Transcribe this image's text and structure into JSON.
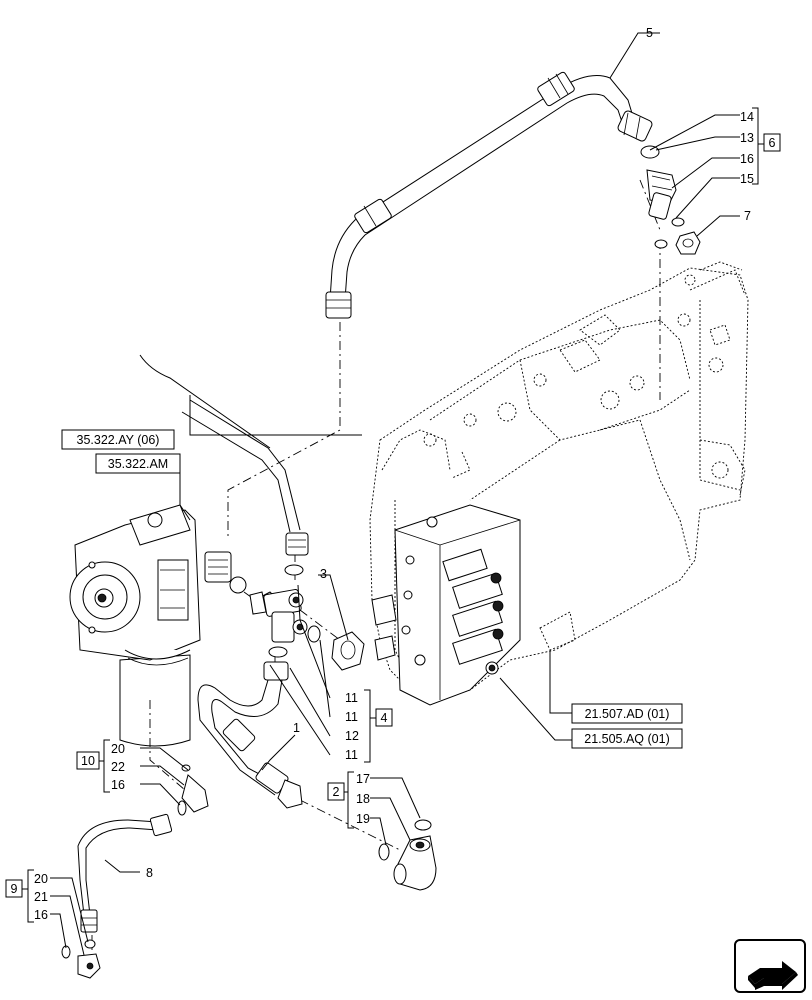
{
  "callouts": {
    "c1": "1",
    "c2": "2",
    "c3": "3",
    "c4": "4",
    "c5": "5",
    "c6": "6",
    "c7": "7",
    "c8": "8",
    "c9": "9",
    "c10": "10",
    "c11a": "11",
    "c11b": "11",
    "c11c": "11",
    "c12": "12",
    "c13": "13",
    "c14": "14",
    "c15": "15",
    "c16a": "16",
    "c16b": "16",
    "c16c": "16",
    "c17": "17",
    "c18": "18",
    "c19": "19",
    "c20a": "20",
    "c20b": "20",
    "c21": "21",
    "c22": "22"
  },
  "references": {
    "ref_ay": "35.322.AY (06)",
    "ref_am": "35.322.AM",
    "ref_ad": "21.507.AD (01)",
    "ref_aq": "21.505.AQ (01)"
  },
  "nav_icon": "next-page-arrow-icon"
}
